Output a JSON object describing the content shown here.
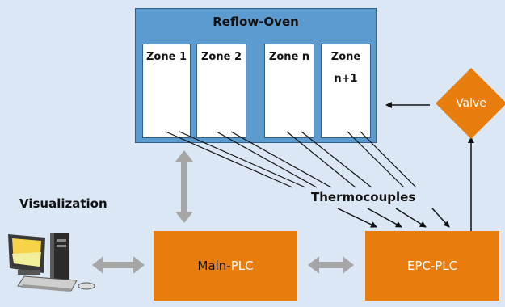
{
  "oven": {
    "title": "Reflow-Oven",
    "zones": [
      "Zone 1",
      "Zone 2",
      "Zone n",
      "Zone",
      "n+1"
    ]
  },
  "valve": {
    "label": "Valve"
  },
  "visualization": {
    "label": "Visualization"
  },
  "thermocouples": {
    "label": "Thermocouples"
  },
  "main_plc": {
    "prefix": "Main-",
    "suffix": "PLC"
  },
  "epc_plc": {
    "label": "EPC-PLC"
  },
  "colors": {
    "background": "#dbe7f4",
    "oven": "#5b9bd0",
    "plc": "#e87d0d",
    "connector": "#a6a6a6"
  },
  "icons": {
    "computer": "desktop-computer-icon"
  }
}
